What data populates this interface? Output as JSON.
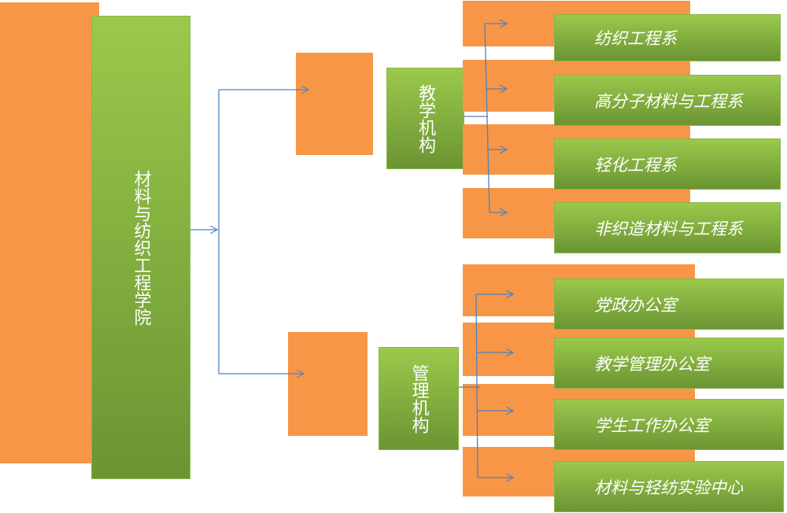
{
  "college": "材料与纺织工程学院",
  "teaching": {
    "label": "教学机构",
    "departments": [
      "纺织工程系",
      "高分子材料与工程系",
      "轻化工程系",
      "非织造材料与工程系"
    ]
  },
  "management": {
    "label": "管理机构",
    "offices": [
      "党政办公室",
      "教学管理办公室",
      "学生工作办公室",
      "材料与轻纺实验中心"
    ]
  },
  "colors": {
    "orange": "#f79646",
    "green_top": "#9bc94b",
    "green_bottom": "#6b9433",
    "connector": "#4f81bd"
  }
}
